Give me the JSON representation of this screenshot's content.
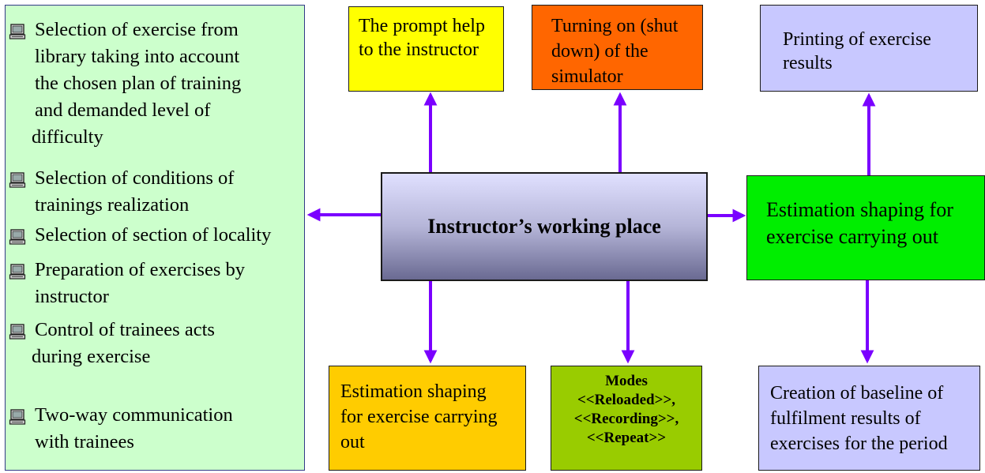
{
  "left_panel": {
    "items": [
      {
        "lines": [
          "Selection of exercise from",
          "library taking into account",
          "the chosen plan of training",
          "and demanded level of",
          "difficulty"
        ]
      },
      {
        "lines": [
          "Selection of conditions of",
          "trainings realization"
        ]
      },
      {
        "lines": [
          "Selection of section of locality"
        ]
      },
      {
        "lines": [
          "Preparation of exercises by",
          "instructor"
        ]
      },
      {
        "lines": [
          "Control of trainees acts",
          "during exercise"
        ]
      },
      {
        "lines": [
          "Two-way communication",
          "with trainees"
        ]
      }
    ],
    "bullet_icon": "computer-icon"
  },
  "prompt_box": {
    "lines": [
      "The prompt help",
      "to the instructor"
    ]
  },
  "turning_box": {
    "lines": [
      "Turning on (shut",
      "down) of the",
      "simulator"
    ]
  },
  "printing_box": {
    "lines": [
      "Printing of exercise",
      "results"
    ]
  },
  "center_box": {
    "label": "Instructor’s working place"
  },
  "estimation_right_box": {
    "lines": [
      "Estimation shaping for",
      "exercise carrying out"
    ]
  },
  "estimation_bottom_box": {
    "lines": [
      "Estimation shaping",
      "for exercise carrying",
      "out"
    ]
  },
  "modes_box": {
    "lines": [
      "Modes",
      "<<Reloaded>>,",
      "<<Recording>>,",
      "<<Repeat>>"
    ]
  },
  "baseline_box": {
    "lines": [
      "Creation of baseline of",
      "fulfilment results of",
      "exercises for the period"
    ]
  },
  "colors": {
    "arrow": "#7a00ff",
    "left_panel": "#ccffcc",
    "prompt": "#ffff00",
    "turning": "#ff6600",
    "printing": "#c8c8ff",
    "estimation_right": "#00ee00",
    "estimation_bottom": "#ffcc00",
    "modes": "#99cc00",
    "baseline": "#c8c8ff"
  }
}
